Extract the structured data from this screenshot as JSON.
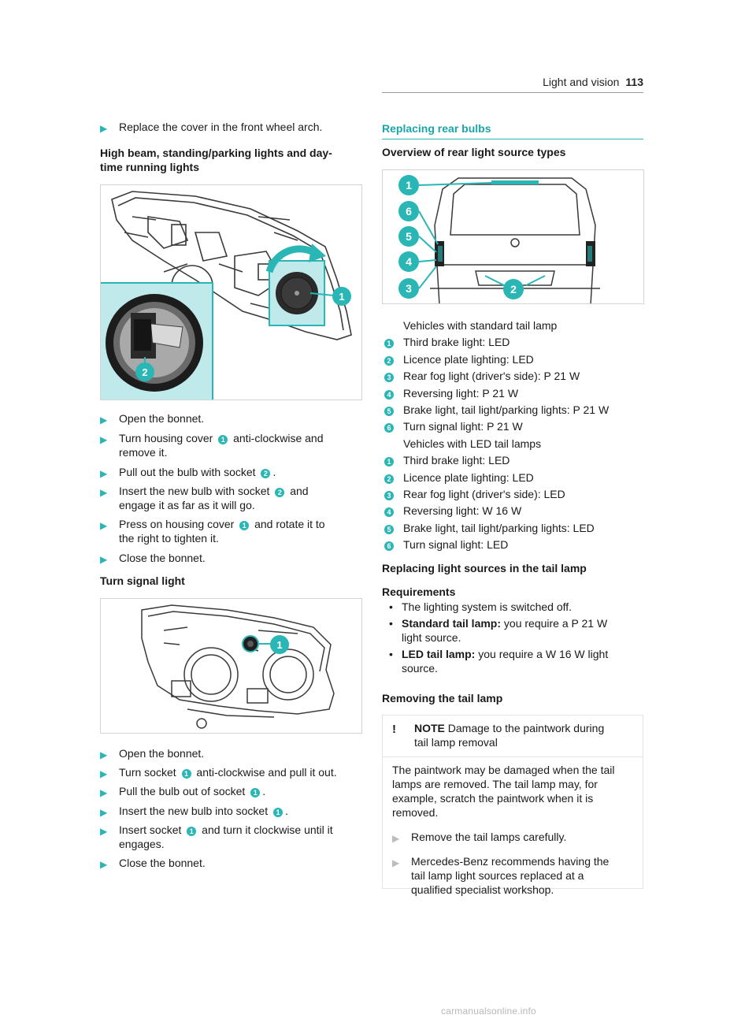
{
  "header": {
    "section": "Light and vision",
    "page": "113"
  },
  "left": {
    "intro_step": "Replace the cover in the front wheel arch.",
    "section1_title_l1": "High beam, standing/parking lights and day-",
    "section1_title_l2": "time running lights",
    "fig1_labels": [
      "1",
      "2"
    ],
    "s1_steps": [
      {
        "pre": "Open the bonnet."
      },
      {
        "pre": "Turn housing cover ",
        "n": "1",
        "post": " anti-clockwise and",
        "l2": "remove it."
      },
      {
        "pre": "Pull out the bulb with socket ",
        "n": "2",
        "post": "."
      },
      {
        "pre": "Insert the new bulb with socket ",
        "n": "2",
        "post": " and",
        "l2": "engage it as far as it will go."
      },
      {
        "pre": "Press on housing cover ",
        "n": "1",
        "post": " and rotate it to",
        "l2": "the right to tighten it."
      },
      {
        "pre": "Close the bonnet."
      }
    ],
    "section2_title": "Turn signal light",
    "fig2_labels": [
      "1"
    ],
    "s2_steps": [
      {
        "pre": "Open the bonnet."
      },
      {
        "pre": "Turn socket ",
        "n": "1",
        "post": " anti-clockwise and pull it out."
      },
      {
        "pre": "Pull the bulb out of socket ",
        "n": "1",
        "post": "."
      },
      {
        "pre": "Insert the new bulb into socket ",
        "n": "1",
        "post": "."
      },
      {
        "pre": "Insert socket ",
        "n": "1",
        "post": " and turn it clockwise until it",
        "l2": "engages."
      },
      {
        "pre": "Close the bonnet."
      }
    ]
  },
  "right": {
    "section_title": "Replacing rear bulbs",
    "overview_title": "Overview of rear light source types",
    "fig3_labels": [
      "1",
      "6",
      "5",
      "4",
      "3",
      "2"
    ],
    "std_heading": "Vehicles with standard tail lamp",
    "std_items": [
      {
        "n": "1",
        "t": "Third brake light: LED"
      },
      {
        "n": "2",
        "t": "Licence plate lighting: LED"
      },
      {
        "n": "3",
        "t": "Rear fog light (driver's side): P 21 W"
      },
      {
        "n": "4",
        "t": "Reversing light: P 21 W"
      },
      {
        "n": "5",
        "t": "Brake light, tail light/parking lights: P 21 W"
      },
      {
        "n": "6",
        "t": "Turn signal light: P 21 W"
      }
    ],
    "led_heading": "Vehicles with LED tail lamps",
    "led_items": [
      {
        "n": "1",
        "t": "Third brake light: LED"
      },
      {
        "n": "2",
        "t": "Licence plate lighting: LED"
      },
      {
        "n": "3",
        "t": "Rear fog light (driver's side): LED"
      },
      {
        "n": "4",
        "t": "Reversing light: W 16 W"
      },
      {
        "n": "5",
        "t": "Brake light, tail light/parking lights: LED"
      },
      {
        "n": "6",
        "t": "Turn signal light: LED"
      }
    ],
    "replacing_title": "Replacing light sources in the tail lamp",
    "req_title": "Requirements",
    "req_1": "The lighting system is switched off.",
    "req_2_bold": "Standard tail lamp:",
    "req_2_rest": " you require a P 21 W",
    "req_2_l2": "light source.",
    "req_3_bold": "LED tail lamp:",
    "req_3_rest": " you require a W 16 W light",
    "req_3_l2": "source.",
    "removing_title": "Removing the tail lamp",
    "note_symbol": "!",
    "note_label": "NOTE",
    "note_head_rest": " Damage to the paintwork during",
    "note_head_l2": "tail lamp removal",
    "note_body_l1": "The paintwork may be damaged when the tail",
    "note_body_l2": "lamps are removed. The tail lamp may, for",
    "note_body_l3": "example, scratch the paintwork when it is",
    "note_body_l4": "removed.",
    "note_step1": "Remove the tail lamps carefully.",
    "note_step2_l1": "Mercedes-Benz recommends having the",
    "note_step2_l2": "tail lamp light sources replaced at a",
    "note_step2_l3": "qualified specialist workshop."
  },
  "watermark": "carmanualsonline.info",
  "colors": {
    "accent": "#2bb6b6",
    "heading": "#1aa5a8",
    "inset_bg": "#bfe9ea"
  },
  "icons": {
    "step_arrow": "arrow-right-icon",
    "note": "exclamation-icon"
  }
}
